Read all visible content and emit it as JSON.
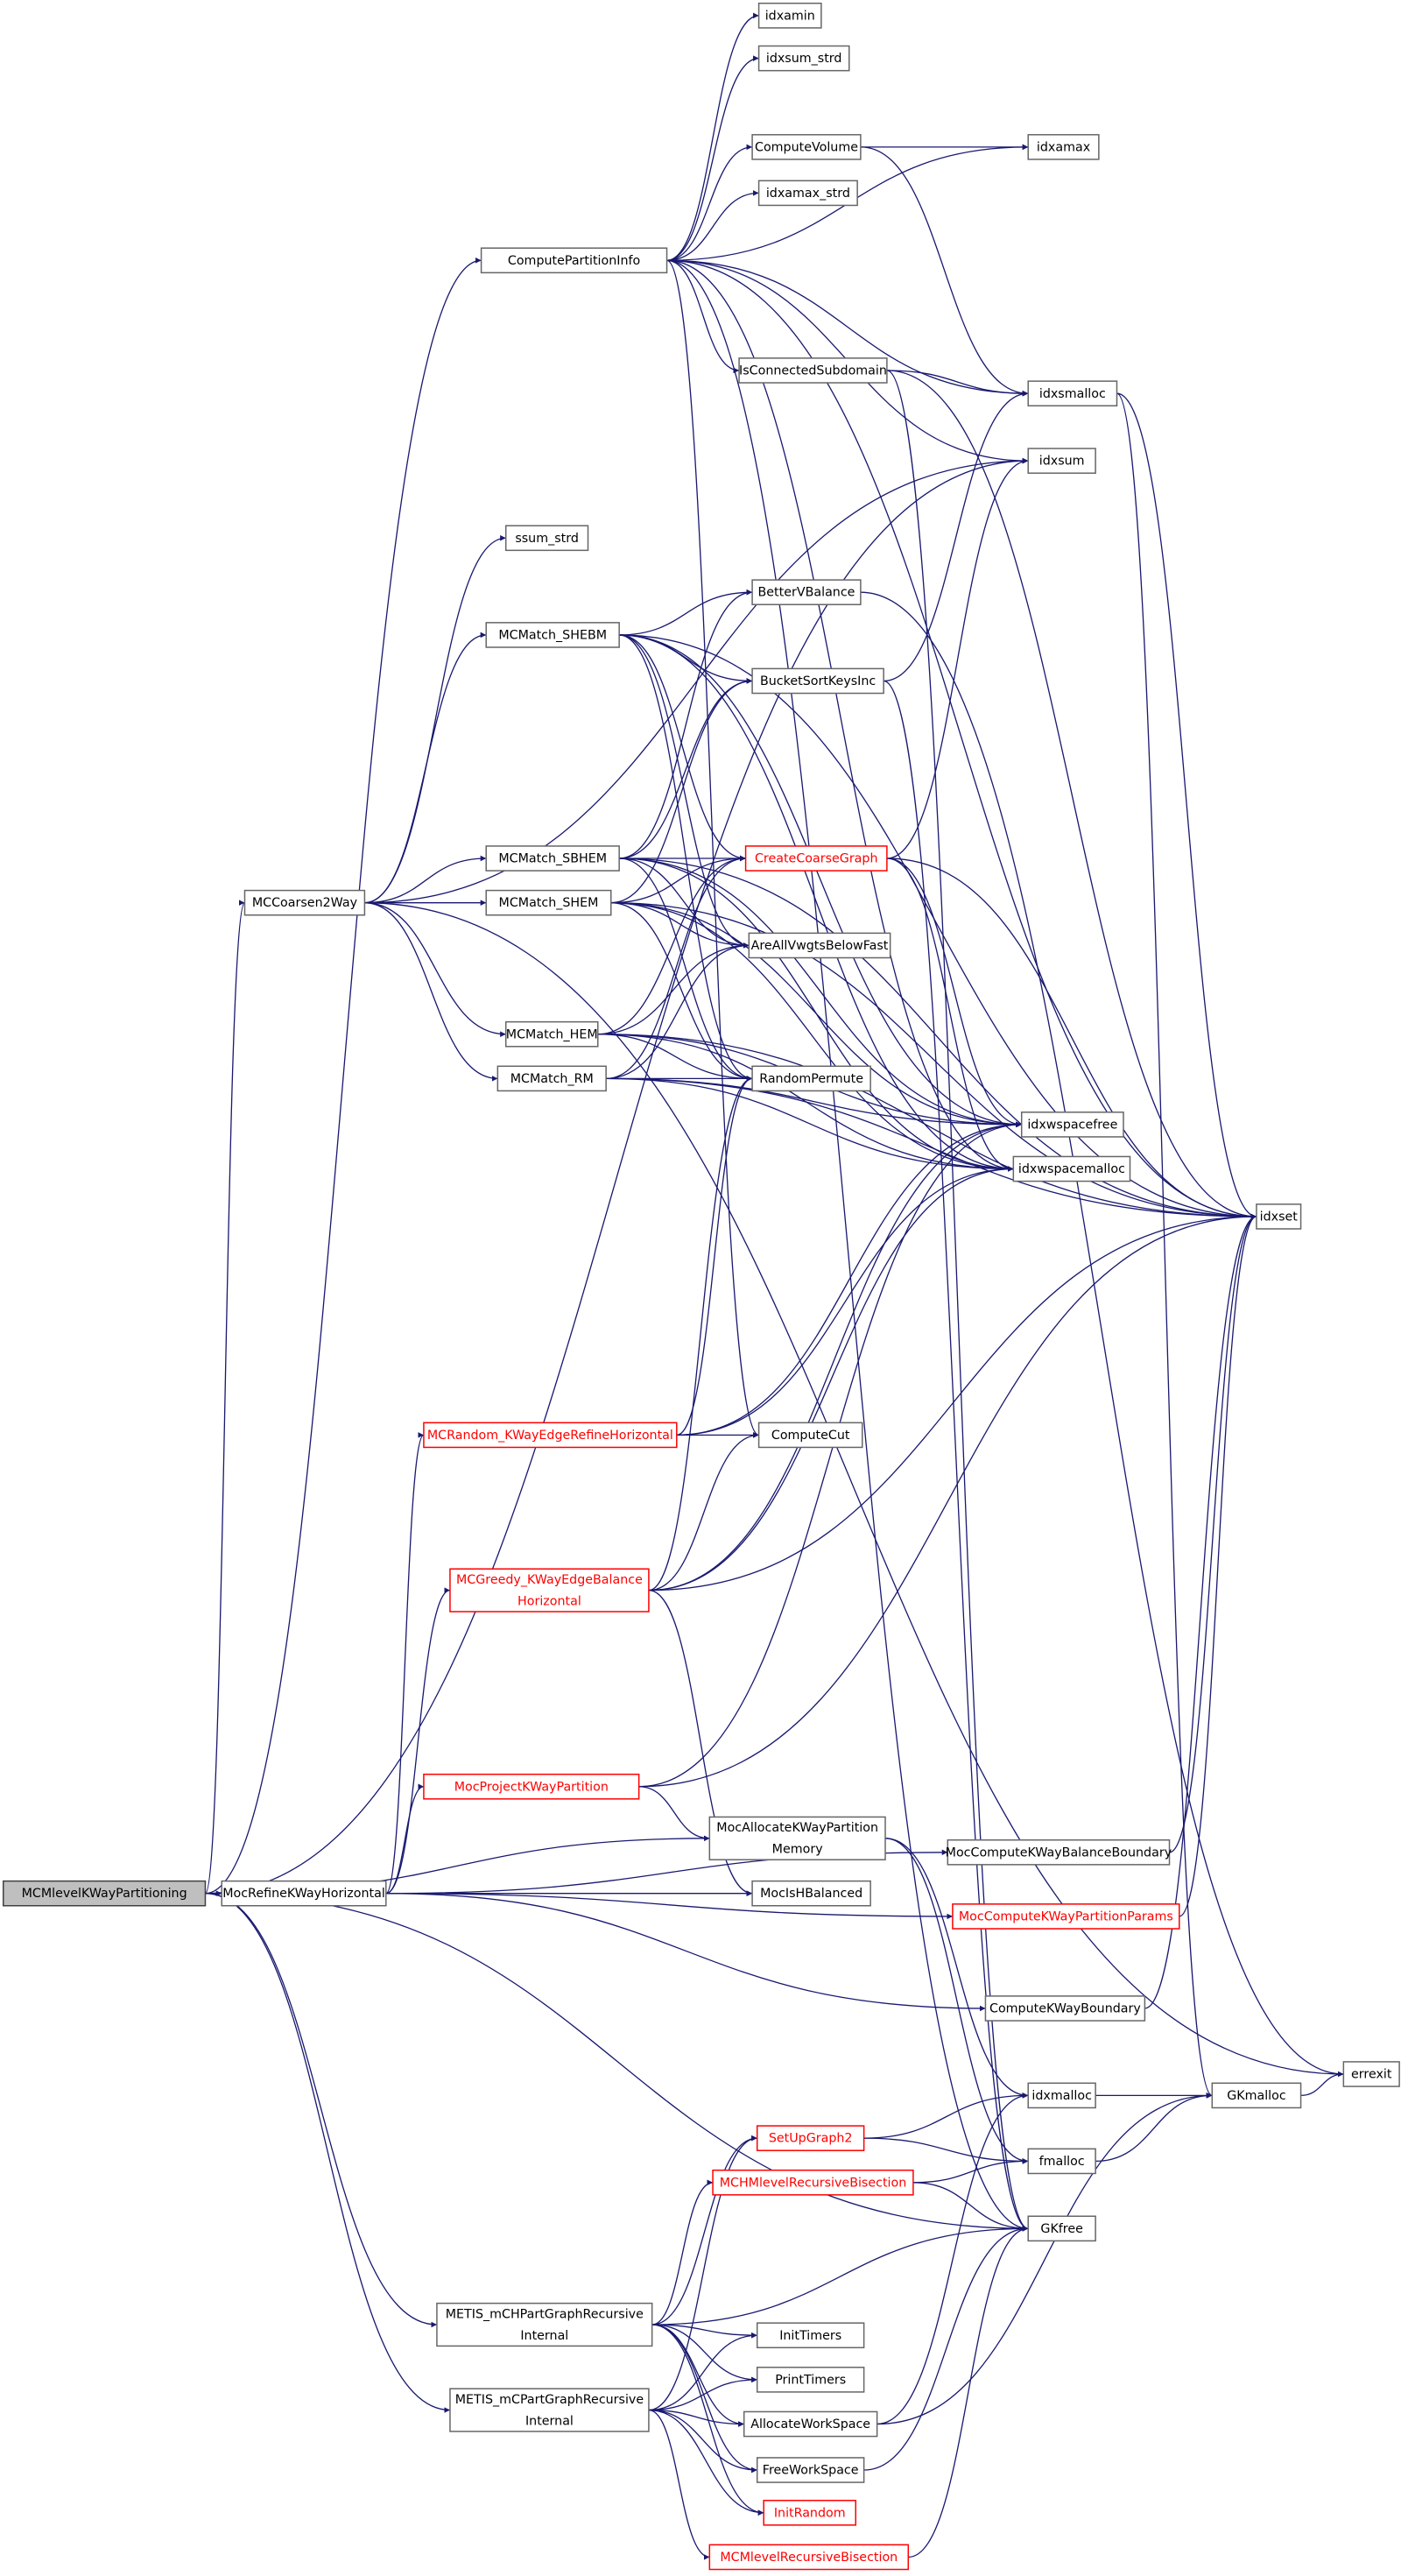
{
  "colors": {
    "edge": "#191970",
    "root_fill": "#bfbfbf",
    "truncated": "#ff0000"
  },
  "nodes": [
    {
      "id": "idxamin",
      "lines": [
        "idxamin"
      ]
    },
    {
      "id": "idxsum_strd",
      "lines": [
        "idxsum_strd"
      ]
    },
    {
      "id": "ComputeVolume",
      "lines": [
        "ComputeVolume"
      ]
    },
    {
      "id": "idxamax",
      "lines": [
        "idxamax"
      ]
    },
    {
      "id": "idxamax_strd",
      "lines": [
        "idxamax_strd"
      ]
    },
    {
      "id": "ComputePartitionInfo",
      "lines": [
        "ComputePartitionInfo"
      ]
    },
    {
      "id": "IsConnectedSubdomain",
      "lines": [
        "IsConnectedSubdomain"
      ]
    },
    {
      "id": "idxsmalloc",
      "lines": [
        "idxsmalloc"
      ]
    },
    {
      "id": "idxsum",
      "lines": [
        "idxsum"
      ]
    },
    {
      "id": "ssum_strd",
      "lines": [
        "ssum_strd"
      ]
    },
    {
      "id": "BetterVBalance",
      "lines": [
        "BetterVBalance"
      ]
    },
    {
      "id": "MCMatch_SHEBM",
      "lines": [
        "MCMatch_SHEBM"
      ]
    },
    {
      "id": "BucketSortKeysInc",
      "lines": [
        "BucketSortKeysInc"
      ]
    },
    {
      "id": "MCMatch_SBHEM",
      "lines": [
        "MCMatch_SBHEM"
      ]
    },
    {
      "id": "CreateCoarseGraph",
      "lines": [
        "CreateCoarseGraph"
      ],
      "truncated": true
    },
    {
      "id": "MCCoarsen2Way",
      "lines": [
        "MCCoarsen2Way"
      ]
    },
    {
      "id": "MCMatch_SHEM",
      "lines": [
        "MCMatch_SHEM"
      ]
    },
    {
      "id": "AreAllVwgtsBelowFast",
      "lines": [
        "AreAllVwgtsBelowFast"
      ]
    },
    {
      "id": "MCMatch_HEM",
      "lines": [
        "MCMatch_HEM"
      ]
    },
    {
      "id": "MCMatch_RM",
      "lines": [
        "MCMatch_RM"
      ]
    },
    {
      "id": "RandomPermute",
      "lines": [
        "RandomPermute"
      ]
    },
    {
      "id": "idxwspacefree",
      "lines": [
        "idxwspacefree"
      ]
    },
    {
      "id": "idxwspacemalloc",
      "lines": [
        "idxwspacemalloc"
      ]
    },
    {
      "id": "idxset",
      "lines": [
        "idxset"
      ]
    },
    {
      "id": "MCRandom_KWayEdgeRefineHorizontal",
      "lines": [
        "MCRandom_KWayEdgeRefineHorizontal"
      ],
      "truncated": true
    },
    {
      "id": "ComputeCut",
      "lines": [
        "ComputeCut"
      ]
    },
    {
      "id": "MCGreedy_KWayEdgeBalanceHorizontal",
      "lines": [
        "MCGreedy_KWayEdgeBalance",
        "Horizontal"
      ],
      "truncated": true
    },
    {
      "id": "MocProjectKWayPartition",
      "lines": [
        "MocProjectKWayPartition"
      ],
      "truncated": true
    },
    {
      "id": "MocAllocateKWayPartitionMemory",
      "lines": [
        "MocAllocateKWayPartition",
        "Memory"
      ]
    },
    {
      "id": "MocComputeKWayBalanceBoundary",
      "lines": [
        "MocComputeKWayBalanceBoundary"
      ]
    },
    {
      "id": "MocIsHBalanced",
      "lines": [
        "MocIsHBalanced"
      ]
    },
    {
      "id": "MCMlevelKWayPartitioning",
      "lines": [
        "MCMlevelKWayPartitioning"
      ],
      "root": true
    },
    {
      "id": "MocRefineKWayHorizontal",
      "lines": [
        "MocRefineKWayHorizontal"
      ]
    },
    {
      "id": "MocComputeKWayPartitionParams",
      "lines": [
        "MocComputeKWayPartitionParams"
      ],
      "truncated": true
    },
    {
      "id": "ComputeKWayBoundary",
      "lines": [
        "ComputeKWayBoundary"
      ]
    },
    {
      "id": "errexit",
      "lines": [
        "errexit"
      ]
    },
    {
      "id": "idxmalloc",
      "lines": [
        "idxmalloc"
      ]
    },
    {
      "id": "GKmalloc",
      "lines": [
        "GKmalloc"
      ]
    },
    {
      "id": "SetUpGraph2",
      "lines": [
        "SetUpGraph2"
      ],
      "truncated": true
    },
    {
      "id": "fmalloc",
      "lines": [
        "fmalloc"
      ]
    },
    {
      "id": "MCHMlevelRecursiveBisection",
      "lines": [
        "MCHMlevelRecursiveBisection"
      ],
      "truncated": true
    },
    {
      "id": "GKfree",
      "lines": [
        "GKfree"
      ]
    },
    {
      "id": "METIS_mCHPartGraphRecursiveInternal",
      "lines": [
        "METIS_mCHPartGraphRecursive",
        "Internal"
      ]
    },
    {
      "id": "InitTimers",
      "lines": [
        "InitTimers"
      ]
    },
    {
      "id": "PrintTimers",
      "lines": [
        "PrintTimers"
      ]
    },
    {
      "id": "METIS_mCPartGraphRecursiveInternal",
      "lines": [
        "METIS_mCPartGraphRecursive",
        "Internal"
      ]
    },
    {
      "id": "AllocateWorkSpace",
      "lines": [
        "AllocateWorkSpace"
      ]
    },
    {
      "id": "FreeWorkSpace",
      "lines": [
        "FreeWorkSpace"
      ]
    },
    {
      "id": "InitRandom",
      "lines": [
        "InitRandom"
      ],
      "truncated": true
    },
    {
      "id": "MCMlevelRecursiveBisection",
      "lines": [
        "MCMlevelRecursiveBisection"
      ],
      "truncated": true
    }
  ],
  "edges": [
    [
      "MCMlevelKWayPartitioning",
      "ComputePartitionInfo"
    ],
    [
      "MCMlevelKWayPartitioning",
      "MCCoarsen2Way"
    ],
    [
      "MCMlevelKWayPartitioning",
      "MocRefineKWayHorizontal"
    ],
    [
      "MCMlevelKWayPartitioning",
      "GKfree"
    ],
    [
      "MCMlevelKWayPartitioning",
      "METIS_mCHPartGraphRecursiveInternal"
    ],
    [
      "MCMlevelKWayPartitioning",
      "METIS_mCPartGraphRecursiveInternal"
    ],
    [
      "MCMlevelKWayPartitioning",
      "idxsum"
    ],
    [
      "MCMlevelKWayPartitioning",
      "MocAllocateKWayPartitionMemory"
    ],
    [
      "ComputePartitionInfo",
      "idxamin"
    ],
    [
      "ComputePartitionInfo",
      "idxsum_strd"
    ],
    [
      "ComputePartitionInfo",
      "idxamax"
    ],
    [
      "ComputePartitionInfo",
      "ComputeVolume"
    ],
    [
      "ComputePartitionInfo",
      "idxamax_strd"
    ],
    [
      "ComputePartitionInfo",
      "idxset"
    ],
    [
      "ComputePartitionInfo",
      "idxsmalloc"
    ],
    [
      "ComputePartitionInfo",
      "IsConnectedSubdomain"
    ],
    [
      "ComputePartitionInfo",
      "idxsum"
    ],
    [
      "ComputePartitionInfo",
      "GKfree"
    ],
    [
      "ComputePartitionInfo",
      "ComputeCut"
    ],
    [
      "ComputePartitionInfo",
      "idxwspacemalloc"
    ],
    [
      "ComputeVolume",
      "idxamax"
    ],
    [
      "ComputeVolume",
      "idxsmalloc"
    ],
    [
      "IsConnectedSubdomain",
      "idxsmalloc"
    ],
    [
      "IsConnectedSubdomain",
      "GKfree"
    ],
    [
      "IsConnectedSubdomain",
      "idxset"
    ],
    [
      "idxsmalloc",
      "GKmalloc"
    ],
    [
      "idxsmalloc",
      "idxset"
    ],
    [
      "BucketSortKeysInc",
      "idxsmalloc"
    ],
    [
      "BucketSortKeysInc",
      "GKfree"
    ],
    [
      "MCCoarsen2Way",
      "ssum_strd"
    ],
    [
      "MCCoarsen2Way",
      "MCMatch_SHEBM"
    ],
    [
      "MCCoarsen2Way",
      "MCMatch_SBHEM"
    ],
    [
      "MCCoarsen2Way",
      "MCMatch_SHEM"
    ],
    [
      "MCCoarsen2Way",
      "MCMatch_HEM"
    ],
    [
      "MCCoarsen2Way",
      "MCMatch_RM"
    ],
    [
      "MCCoarsen2Way",
      "errexit"
    ],
    [
      "MCCoarsen2Way",
      "idxsum"
    ],
    [
      "MCMatch_SHEBM",
      "BetterVBalance"
    ],
    [
      "MCMatch_SHEBM",
      "BucketSortKeysInc"
    ],
    [
      "MCMatch_SHEBM",
      "CreateCoarseGraph"
    ],
    [
      "MCMatch_SHEBM",
      "AreAllVwgtsBelowFast"
    ],
    [
      "MCMatch_SHEBM",
      "RandomPermute"
    ],
    [
      "MCMatch_SHEBM",
      "idxwspacefree"
    ],
    [
      "MCMatch_SHEBM",
      "idxwspacemalloc"
    ],
    [
      "MCMatch_SHEBM",
      "idxset"
    ],
    [
      "MCMatch_SBHEM",
      "BetterVBalance"
    ],
    [
      "MCMatch_SBHEM",
      "BucketSortKeysInc"
    ],
    [
      "MCMatch_SBHEM",
      "CreateCoarseGraph"
    ],
    [
      "MCMatch_SBHEM",
      "AreAllVwgtsBelowFast"
    ],
    [
      "MCMatch_SBHEM",
      "RandomPermute"
    ],
    [
      "MCMatch_SBHEM",
      "idxwspacefree"
    ],
    [
      "MCMatch_SBHEM",
      "idxwspacemalloc"
    ],
    [
      "MCMatch_SBHEM",
      "idxset"
    ],
    [
      "MCMatch_SHEM",
      "BucketSortKeysInc"
    ],
    [
      "MCMatch_SHEM",
      "CreateCoarseGraph"
    ],
    [
      "MCMatch_SHEM",
      "AreAllVwgtsBelowFast"
    ],
    [
      "MCMatch_SHEM",
      "RandomPermute"
    ],
    [
      "MCMatch_SHEM",
      "idxwspacefree"
    ],
    [
      "MCMatch_SHEM",
      "idxwspacemalloc"
    ],
    [
      "MCMatch_SHEM",
      "idxset"
    ],
    [
      "MCMatch_HEM",
      "CreateCoarseGraph"
    ],
    [
      "MCMatch_HEM",
      "AreAllVwgtsBelowFast"
    ],
    [
      "MCMatch_HEM",
      "RandomPermute"
    ],
    [
      "MCMatch_HEM",
      "idxwspacefree"
    ],
    [
      "MCMatch_HEM",
      "idxwspacemalloc"
    ],
    [
      "MCMatch_HEM",
      "idxset"
    ],
    [
      "MCMatch_RM",
      "CreateCoarseGraph"
    ],
    [
      "MCMatch_RM",
      "AreAllVwgtsBelowFast"
    ],
    [
      "MCMatch_RM",
      "RandomPermute"
    ],
    [
      "MCMatch_RM",
      "idxwspacefree"
    ],
    [
      "MCMatch_RM",
      "idxwspacemalloc"
    ],
    [
      "MCMatch_RM",
      "idxset"
    ],
    [
      "CreateCoarseGraph",
      "idxsum"
    ],
    [
      "CreateCoarseGraph",
      "idxset"
    ],
    [
      "CreateCoarseGraph",
      "idxwspacefree"
    ],
    [
      "CreateCoarseGraph",
      "idxwspacemalloc"
    ],
    [
      "BetterVBalance",
      "errexit"
    ],
    [
      "MocRefineKWayHorizontal",
      "MCRandom_KWayEdgeRefineHorizontal"
    ],
    [
      "MocRefineKWayHorizontal",
      "MCGreedy_KWayEdgeBalanceHorizontal"
    ],
    [
      "MocRefineKWayHorizontal",
      "MocProjectKWayPartition"
    ],
    [
      "MocRefineKWayHorizontal",
      "MocIsHBalanced"
    ],
    [
      "MocRefineKWayHorizontal",
      "MocComputeKWayBalanceBoundary"
    ],
    [
      "MocRefineKWayHorizontal",
      "MocComputeKWayPartitionParams"
    ],
    [
      "MocRefineKWayHorizontal",
      "ComputeKWayBoundary"
    ],
    [
      "MCRandom_KWayEdgeRefineHorizontal",
      "RandomPermute"
    ],
    [
      "MCRandom_KWayEdgeRefineHorizontal",
      "ComputeCut"
    ],
    [
      "MCRandom_KWayEdgeRefineHorizontal",
      "idxwspacefree"
    ],
    [
      "MCRandom_KWayEdgeRefineHorizontal",
      "idxwspacemalloc"
    ],
    [
      "MCGreedy_KWayEdgeBalanceHorizontal",
      "RandomPermute"
    ],
    [
      "MCGreedy_KWayEdgeBalanceHorizontal",
      "ComputeCut"
    ],
    [
      "MCGreedy_KWayEdgeBalanceHorizontal",
      "idxwspacefree"
    ],
    [
      "MCGreedy_KWayEdgeBalanceHorizontal",
      "idxwspacemalloc"
    ],
    [
      "MCGreedy_KWayEdgeBalanceHorizontal",
      "MocIsHBalanced"
    ],
    [
      "MCGreedy_KWayEdgeBalanceHorizontal",
      "idxset"
    ],
    [
      "MocProjectKWayPartition",
      "MocAllocateKWayPartitionMemory"
    ],
    [
      "MocProjectKWayPartition",
      "idxset"
    ],
    [
      "MocProjectKWayPartition",
      "idxwspacefree"
    ],
    [
      "MocAllocateKWayPartitionMemory",
      "idxmalloc"
    ],
    [
      "MocAllocateKWayPartitionMemory",
      "fmalloc"
    ],
    [
      "MocComputeKWayBalanceBoundary",
      "idxset"
    ],
    [
      "MocComputeKWayPartitionParams",
      "idxset"
    ],
    [
      "ComputeKWayBoundary",
      "idxset"
    ],
    [
      "idxmalloc",
      "GKmalloc"
    ],
    [
      "fmalloc",
      "GKmalloc"
    ],
    [
      "GKmalloc",
      "errexit"
    ],
    [
      "SetUpGraph2",
      "idxmalloc"
    ],
    [
      "SetUpGraph2",
      "fmalloc"
    ],
    [
      "MCHMlevelRecursiveBisection",
      "fmalloc"
    ],
    [
      "MCHMlevelRecursiveBisection",
      "GKfree"
    ],
    [
      "METIS_mCHPartGraphRecursiveInternal",
      "SetUpGraph2"
    ],
    [
      "METIS_mCHPartGraphRecursiveInternal",
      "MCHMlevelRecursiveBisection"
    ],
    [
      "METIS_mCHPartGraphRecursiveInternal",
      "GKfree"
    ],
    [
      "METIS_mCHPartGraphRecursiveInternal",
      "InitTimers"
    ],
    [
      "METIS_mCHPartGraphRecursiveInternal",
      "PrintTimers"
    ],
    [
      "METIS_mCHPartGraphRecursiveInternal",
      "AllocateWorkSpace"
    ],
    [
      "METIS_mCHPartGraphRecursiveInternal",
      "FreeWorkSpace"
    ],
    [
      "METIS_mCHPartGraphRecursiveInternal",
      "InitRandom"
    ],
    [
      "METIS_mCPartGraphRecursiveInternal",
      "SetUpGraph2"
    ],
    [
      "METIS_mCPartGraphRecursiveInternal",
      "InitTimers"
    ],
    [
      "METIS_mCPartGraphRecursiveInternal",
      "PrintTimers"
    ],
    [
      "METIS_mCPartGraphRecursiveInternal",
      "AllocateWorkSpace"
    ],
    [
      "METIS_mCPartGraphRecursiveInternal",
      "FreeWorkSpace"
    ],
    [
      "METIS_mCPartGraphRecursiveInternal",
      "InitRandom"
    ],
    [
      "METIS_mCPartGraphRecursiveInternal",
      "MCMlevelRecursiveBisection"
    ],
    [
      "AllocateWorkSpace",
      "GKmalloc"
    ],
    [
      "AllocateWorkSpace",
      "idxmalloc"
    ],
    [
      "FreeWorkSpace",
      "GKfree"
    ],
    [
      "MCMlevelRecursiveBisection",
      "GKfree"
    ]
  ]
}
